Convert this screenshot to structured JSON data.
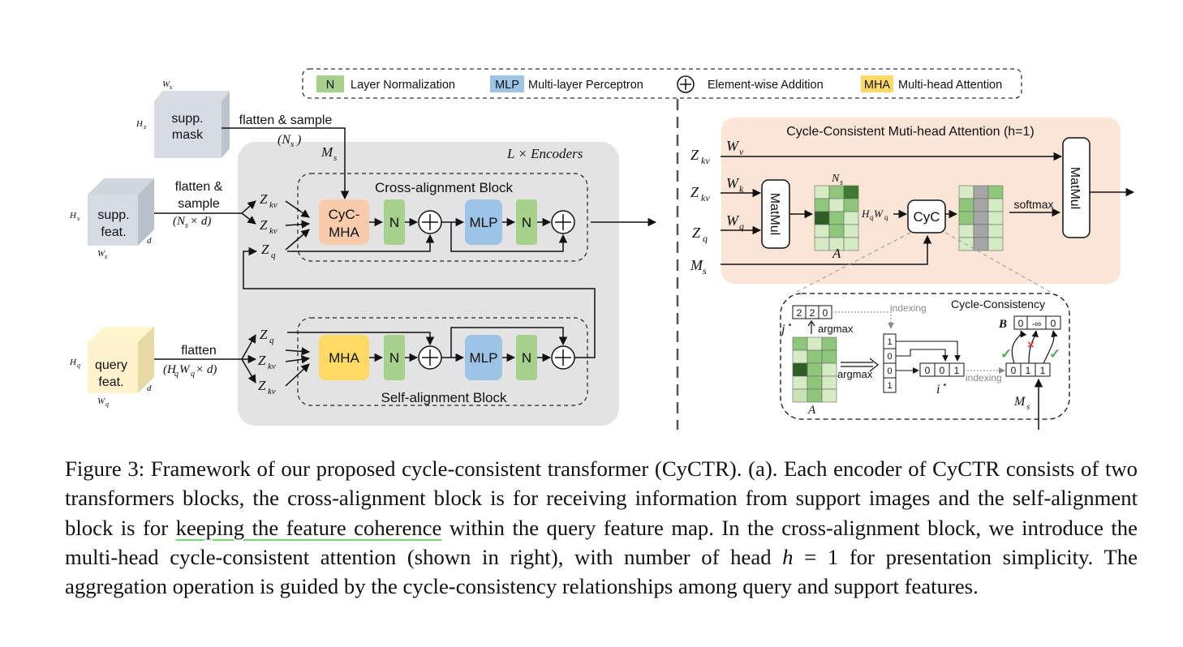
{
  "legend": {
    "n_glyph": "N",
    "n_label": "Layer Normalization",
    "mlp_glyph": "MLP",
    "mlp_label": "Multi-layer Perceptron",
    "add_label": "Element-wise Addition",
    "mha_glyph": "MHA",
    "mha_label": "Multi-head Attention"
  },
  "left": {
    "mask_line1": "supp.",
    "mask_line2": "mask",
    "mask_w": "W",
    "mask_w_sub": "s",
    "mask_h": "H",
    "mask_h_sub": "s",
    "flatten_sample": "flatten & sample",
    "ns": "(N",
    "ns_sub": "s",
    "ns_close": ")",
    "supp_line1": "supp.",
    "supp_line2": "feat.",
    "supp_flatten1": "flatten &",
    "supp_flatten2": "sample",
    "supp_dims": "(N",
    "supp_dims_sub": "s",
    "supp_dims_rest": " × d)",
    "supp_h": "H",
    "supp_h_sub": "s",
    "supp_w": "W",
    "supp_w_sub": "s",
    "supp_d": "d",
    "query_line1": "query",
    "query_line2": "feat.",
    "query_flatten": "flatten",
    "query_dims": "(H",
    "query_dims_sub1": "q",
    "query_dims_mid": "W",
    "query_dims_sub2": "q",
    "query_dims_rest": " × d)",
    "query_h": "H",
    "query_h_sub": "q",
    "query_w": "W",
    "query_w_sub": "q",
    "query_d": "d",
    "ms": "M",
    "ms_sub": "s",
    "encoders": "L × Encoders",
    "cross_title": "Cross-alignment Block",
    "self_title": "Self-alignment Block",
    "cyc_line1": "CyC-",
    "cyc_line2": "MHA",
    "mha": "MHA",
    "n": "N",
    "mlp": "MLP",
    "z": "Z",
    "z_kv_sub": "kv",
    "z_q_sub": "q"
  },
  "right": {
    "title": "Cycle-Consistent Muti-head Attention (h=1)",
    "wv": "W",
    "wv_sub": "v",
    "wk": "W",
    "wk_sub": "k",
    "wq": "W",
    "wq_sub": "q",
    "zkv": "Z",
    "zkv_sub": "kv",
    "zq": "Z",
    "zq_sub": "q",
    "ms": "M",
    "ms_sub": "s",
    "matmul": "MatMul",
    "ns": "N",
    "ns_sub": "s",
    "a": "A",
    "hqwq": "H",
    "hqwq_sub1": "q",
    "hqwq_mid": "W",
    "hqwq_sub2": "q",
    "cyc": "CyC",
    "softmax": "softmax"
  },
  "cycle": {
    "title": "Cycle-Consistency",
    "indexing": "indexing",
    "j_values": [
      "2",
      "2",
      "0"
    ],
    "j_label": "j",
    "star": "⋆",
    "argmax": "argmax",
    "col_values": [
      "1",
      "0",
      "0",
      "1"
    ],
    "i_values": [
      "0",
      "0",
      "1"
    ],
    "i_label": "i",
    "ms_values": [
      "0",
      "1",
      "1"
    ],
    "b_label": "B",
    "b_values": [
      "0",
      "-∞",
      "0"
    ],
    "a": "A",
    "ms": "M",
    "ms_sub": "s",
    "check": "✓",
    "cross": "×"
  },
  "caption": {
    "before": "Figure 3: Framework of our proposed cycle-consistent transformer (CyCTR). (a). Each encoder of CyCTR consists of two transformers blocks, the cross-alignment block is for receiving information from support images and the self-alignment block is for ",
    "underlined": "keeping the feature coherence",
    "after_pre": " within the query feature map. In the cross-alignment block, we introduce the multi-head cycle-consistent attention (shown in right), with number of head ",
    "h": "h",
    "after_eq": " = 1 for presentation simplicity. The aggregation operation is guided by the cycle-consistency relationships among query and support features."
  },
  "colors": {
    "green": "#a8d08d",
    "blue": "#9dc3e6",
    "yellow": "#ffd966",
    "orange": "#f8cbad",
    "gray_panel": "#e3e3e3",
    "peach_panel": "#fbe5d6"
  }
}
